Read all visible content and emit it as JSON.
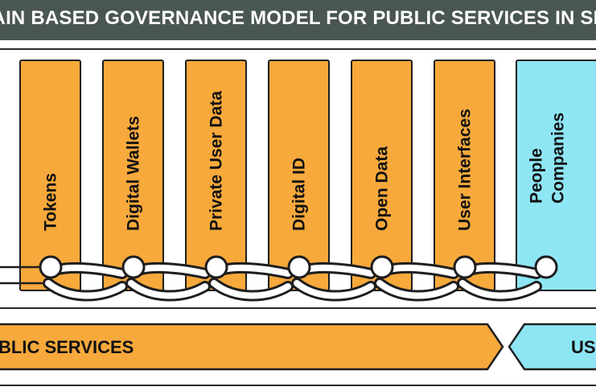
{
  "title": "HAIN  BASED GOVERNANCE MODEL FOR PUBLIC SERVICES IN SMAR",
  "columns": [
    {
      "label": "Tokens"
    },
    {
      "label": "Digital Wallets"
    },
    {
      "label": "Private User Data"
    },
    {
      "label": "Digital ID"
    },
    {
      "label": "Open Data"
    },
    {
      "label": "User Interfaces"
    },
    {
      "label": "People\nCompanies"
    }
  ],
  "banners": {
    "public_services": "BLIC SERVICES",
    "users": "US"
  },
  "colors": {
    "title_bar": "#4a5652",
    "orange": "#f7a93b",
    "blue": "#8ee6f5",
    "outline": "#1e1e1e"
  }
}
